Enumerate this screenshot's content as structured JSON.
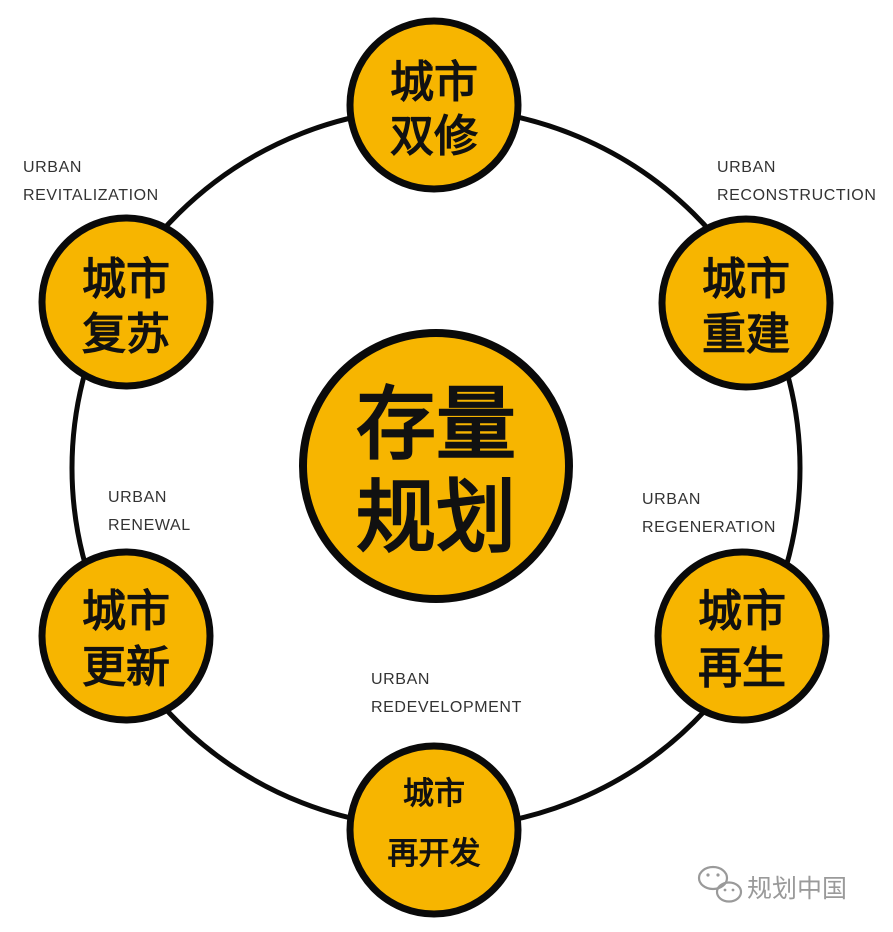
{
  "colors": {
    "node_fill": "#f7b500",
    "outline": "#0a0a0a",
    "text": "#111111",
    "label": "#333333",
    "watermark": "#9a9a9a"
  },
  "center": {
    "line1": "存量",
    "line2": "规划"
  },
  "nodes": [
    {
      "id": "top",
      "line1": "城市",
      "line2": "双修"
    },
    {
      "id": "upper-right",
      "line1": "城市",
      "line2": "重建"
    },
    {
      "id": "lower-right",
      "line1": "城市",
      "line2": "再生"
    },
    {
      "id": "bottom",
      "line1": "城市",
      "line2": "再开发"
    },
    {
      "id": "lower-left",
      "line1": "城市",
      "line2": "更新"
    },
    {
      "id": "upper-left",
      "line1": "城市",
      "line2": "复苏"
    }
  ],
  "labels": {
    "revitalization": {
      "line1": "URBAN",
      "line2": "REVITALIZATION"
    },
    "reconstruction": {
      "line1": "URBAN",
      "line2": "RECONSTRUCTION"
    },
    "renewal": {
      "line1": "URBAN",
      "line2": "RENEWAL"
    },
    "regeneration": {
      "line1": "URBAN",
      "line2": "REGENERATION"
    },
    "redevelopment": {
      "line1": "URBAN",
      "line2": "REDEVELOPMENT"
    }
  },
  "watermark": {
    "icon": "wechat-icon",
    "text": "规划中国"
  }
}
